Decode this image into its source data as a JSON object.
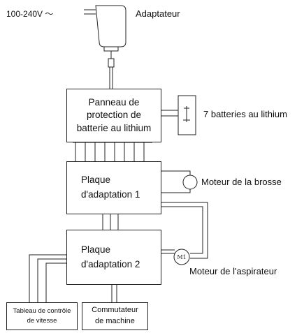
{
  "input_voltage": "100-240V ～",
  "adapter_label": "Adaptateur",
  "protection_board": "Panneau de\nprotection de\nbatterie au lithium",
  "batteries_label": "7 batteries au lithium",
  "adapter_board_1": "Plaque\nd'adaptation 1",
  "brush_motor_label": "Moteur de la brosse",
  "adapter_board_2": "Plaque\nd'adaptation 2",
  "suction_motor_label": "Moteur de l'aspirateur",
  "motor_symbol_text": "M1",
  "speed_panel": "Tableau de contrôle\nde vitesse",
  "machine_switch": "Commutateur\nde machine"
}
